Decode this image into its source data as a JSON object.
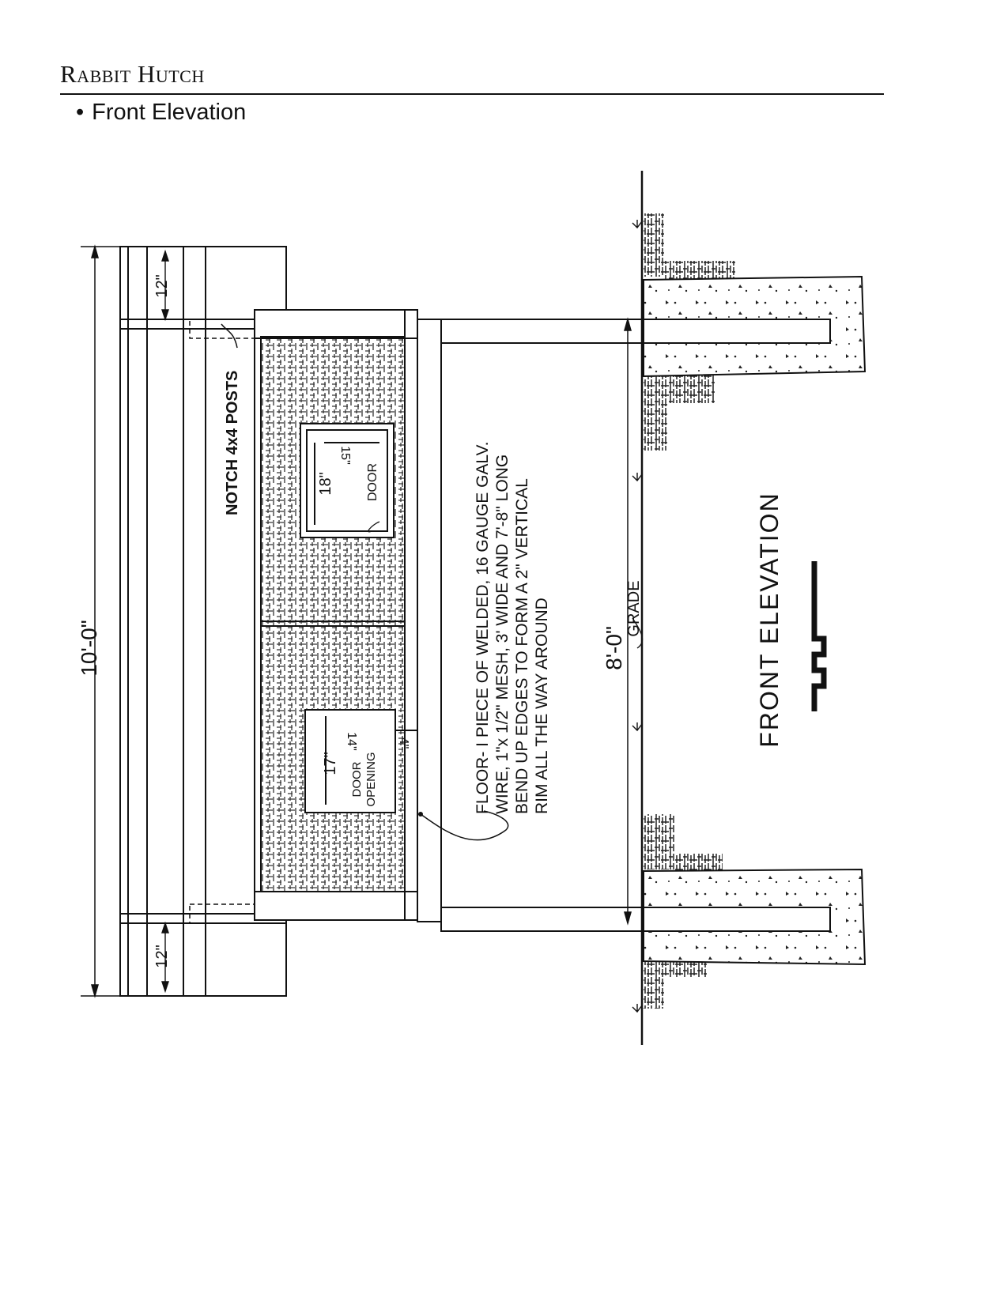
{
  "header": {
    "title": "Rabbit Hutch",
    "subtitle": "Front Elevation",
    "bullet": "•"
  },
  "drawing": {
    "overall_width": "10'-0\"",
    "overhang_top": "12\"",
    "overhang_bottom": "12\"",
    "notch_note": "NOTCH 4x4 POSTS",
    "small_door_width": "18\"",
    "small_door_height": "15\"",
    "small_door_label": "DOOR",
    "door_opening_width": "17\"",
    "door_opening_height": "14\"",
    "door_opening_side": "4\"",
    "door_opening_label": [
      "DOOR",
      "OPENING"
    ],
    "floor_note": [
      "FLOOR- I PIECE OF WELDED, 16 GAUGE GALV.",
      "WIRE, 1\"x 1/2\" MESH, 3' WIDE AND 7'-8\" LONG",
      "BEND UP EDGES TO FORM A 2\" VERTICAL",
      "RIM ALL THE WAY AROUND"
    ],
    "post_height": "8'-0\"",
    "grade_label": "GRADE",
    "view_title": "FRONT ELEVATION"
  }
}
